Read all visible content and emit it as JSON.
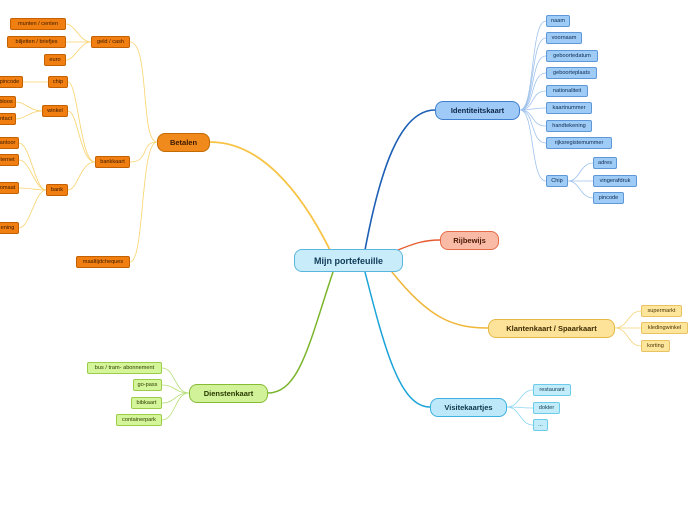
{
  "root": {
    "label": "Mijn portefeuille"
  },
  "colors": {
    "betalen": "#f08a1c",
    "identiteit": "#1c5fb5",
    "rijbewijs": "#e65a2e",
    "klanten": "#f0b63a",
    "visite": "#1ba3d8",
    "diensten": "#7ab52a"
  },
  "betalen": {
    "label": "Betalen",
    "geld": {
      "label": "geld / cash",
      "items": [
        "munten / centen",
        "biljetten / briefjes",
        "euro"
      ]
    },
    "bankkaart": {
      "label": "bankkaart",
      "chip": {
        "label": "chip",
        "items": [
          "pincode"
        ]
      },
      "winkel": {
        "label": "winkel",
        "items": [
          "bloos",
          "ntact"
        ]
      },
      "bank": {
        "label": "bank",
        "items": [
          "antoor",
          "ternet",
          "omaat",
          "ening"
        ]
      }
    },
    "maaltijd": {
      "label": "maaltijdcheques"
    }
  },
  "identiteit": {
    "label": "Identiteitskaart",
    "items": [
      "naam",
      "voornaam",
      "geboortedatum",
      "geboorteplaats",
      "nationaliteit",
      "kaartnummer",
      "handtekening",
      "rijksregistemummer"
    ],
    "chip": {
      "label": "Chip",
      "items": [
        "adres",
        "vingerafdruk",
        "pincode"
      ]
    }
  },
  "rijbewijs": {
    "label": "Rijbewijs"
  },
  "klanten": {
    "label": "Klantenkaart / Spaarkaart",
    "items": [
      "supermarkt",
      "kledingwinkel",
      "korting"
    ]
  },
  "visite": {
    "label": "Visitekaartjes",
    "items": [
      "restaurant",
      "dokter",
      "..."
    ]
  },
  "diensten": {
    "label": "Dienstenkaart",
    "items": [
      "bus / tram- abonnement",
      "go-pass",
      "bibkaart",
      "containerpark"
    ]
  }
}
